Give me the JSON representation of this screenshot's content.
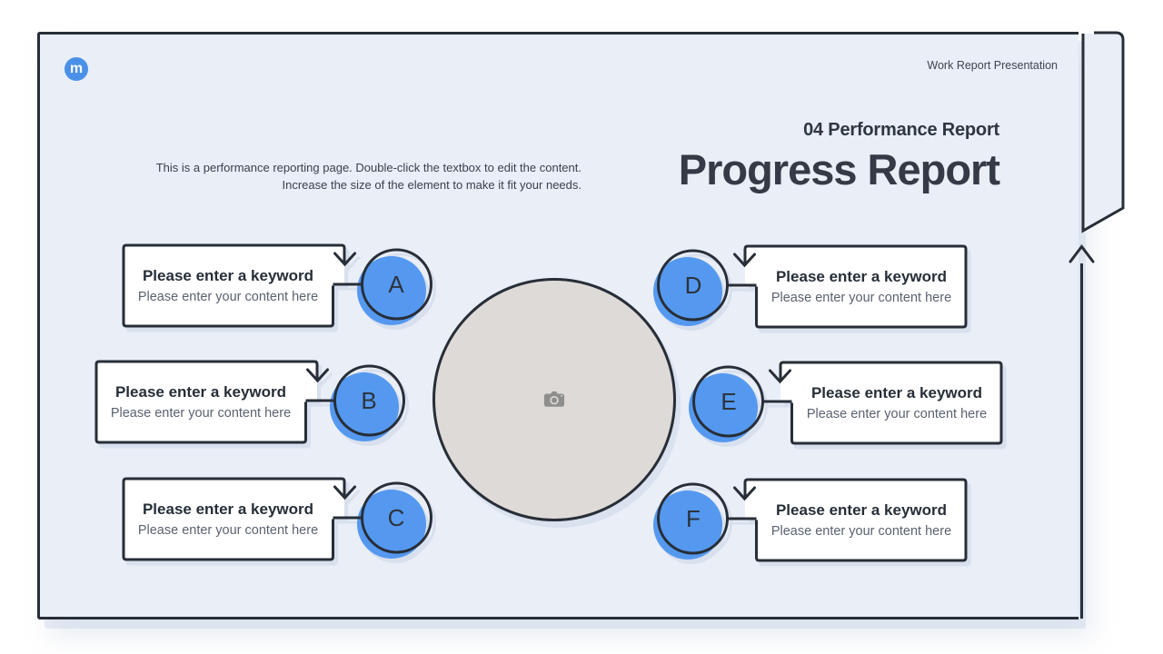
{
  "slide": {
    "logo_letter": "m",
    "header_right": "Work Report Presentation",
    "section_label": "04 Performance Report",
    "title": "Progress Report",
    "description_line1": "This is a performance reporting page. Double-click the textbox to edit the content.",
    "description_line2": "Increase the size of the element to make it fit your needs.",
    "items": [
      {
        "letter": "A",
        "title": "Please enter a keyword",
        "subtitle": "Please enter your content here",
        "side": "left"
      },
      {
        "letter": "B",
        "title": "Please enter a keyword",
        "subtitle": "Please enter your content here",
        "side": "left"
      },
      {
        "letter": "C",
        "title": "Please enter a keyword",
        "subtitle": "Please enter your content here",
        "side": "left"
      },
      {
        "letter": "D",
        "title": "Please enter a keyword",
        "subtitle": "Please enter your content here",
        "side": "right"
      },
      {
        "letter": "E",
        "title": "Please enter a keyword",
        "subtitle": "Please enter your content here",
        "side": "right"
      },
      {
        "letter": "F",
        "title": "Please enter a keyword",
        "subtitle": "Please enter your content here",
        "side": "right"
      }
    ],
    "icons": {
      "logo": "m-logo",
      "image_placeholder": "camera-icon",
      "item_arrow": "arrow-down-icon",
      "edge_arrow": "arrow-up-icon",
      "corner_shape": "bookmark-ribbon"
    },
    "colors": {
      "accent_blue": "#5598ef",
      "logo_blue": "#4a90e8",
      "ink": "#272e37",
      "slide_background": "#e9eef7",
      "box_background": "#ffffff",
      "placeholder_gray": "#dedad7",
      "subtitle_gray": "#5a6270",
      "icon_gray": "#8e8e8e"
    }
  }
}
